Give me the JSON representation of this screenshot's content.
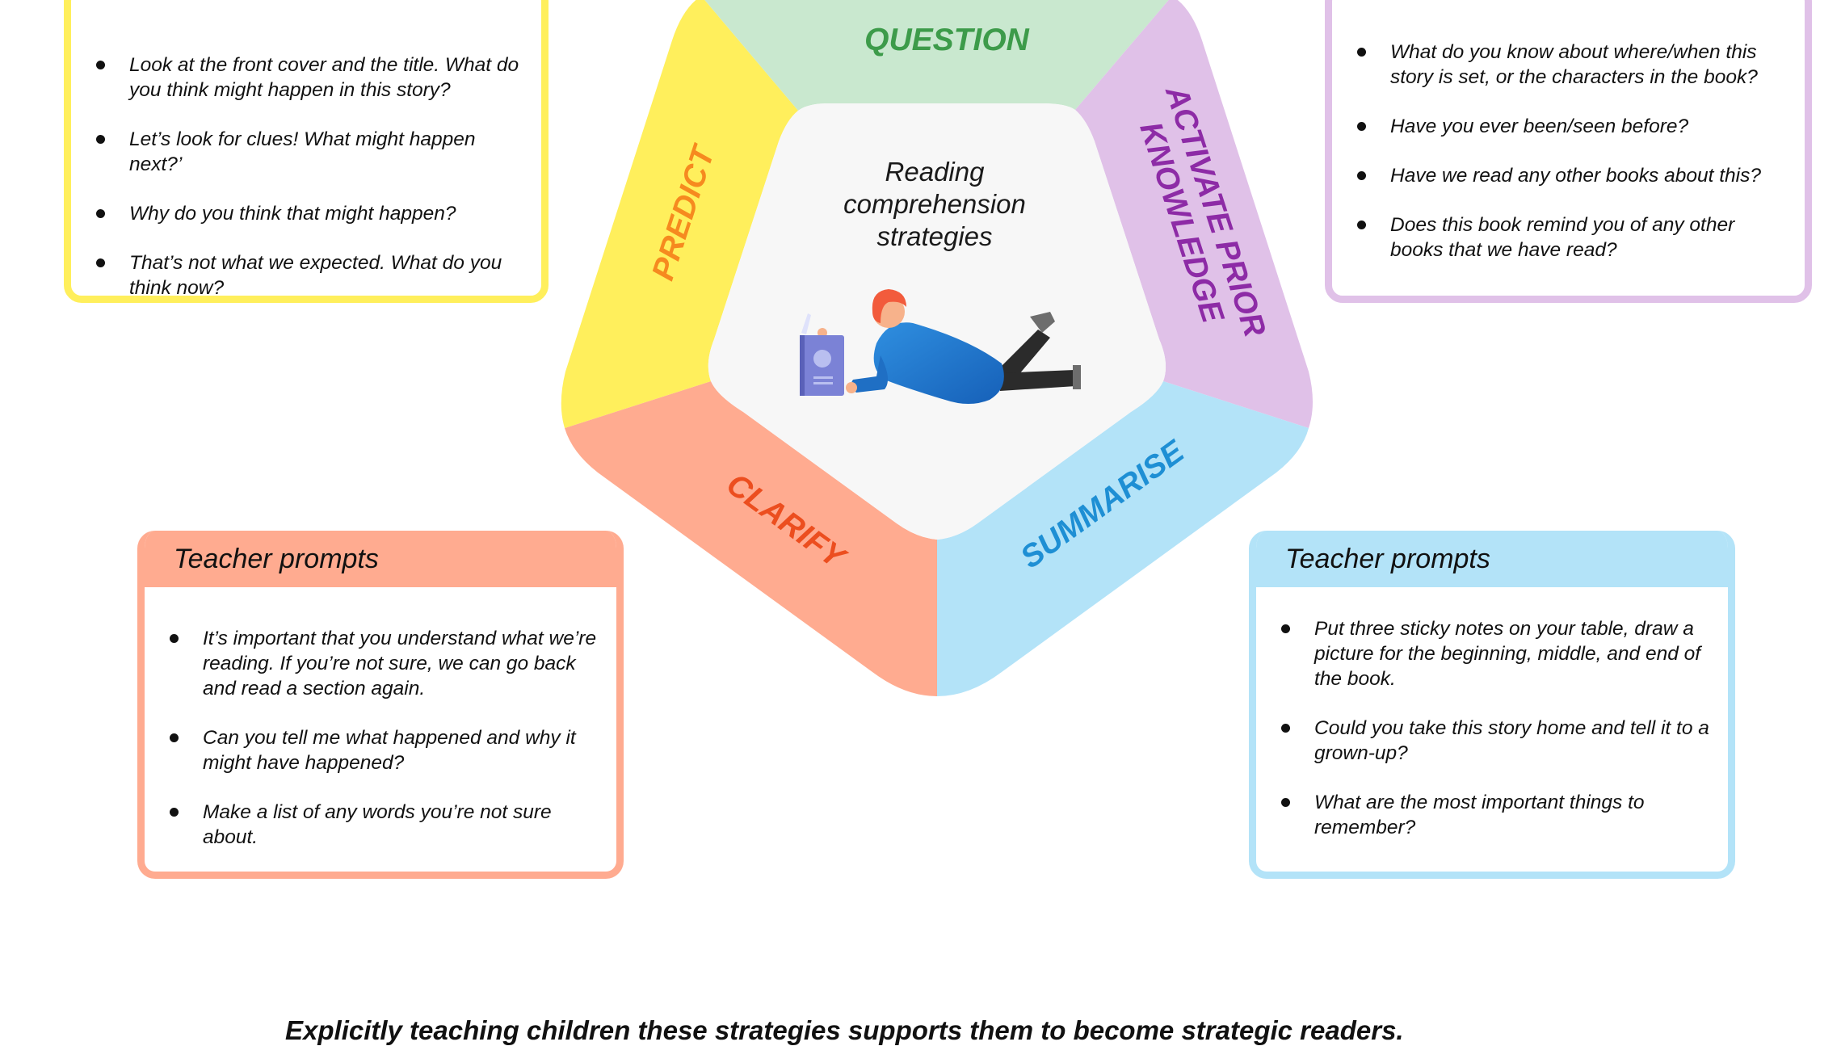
{
  "segments": {
    "question": {
      "label": "QUESTION",
      "fill": "#c9e8cf",
      "text_color": "#3d9b4a"
    },
    "activate": {
      "label_line1": "ACTIVATE PRIOR",
      "label_line2": "KNOWLEDGE",
      "fill": "#e0c1e8",
      "text_color": "#8d2ba6"
    },
    "summarise": {
      "label": "SUMMARISE",
      "fill": "#b3e3f8",
      "text_color": "#1e8fd4"
    },
    "clarify": {
      "label": "CLARIFY",
      "fill": "#ffab90",
      "text_color": "#ec4e1f"
    },
    "predict": {
      "label": "PREDICT",
      "fill": "#ffef5c",
      "text_color": "#f68a1f"
    },
    "center_fill": "#f7f7f7"
  },
  "center": {
    "title_lines": [
      "Reading",
      "comprehension",
      "strategies"
    ],
    "illustration": "person-reading-book-icon"
  },
  "cards": {
    "predict": {
      "border": "#ffef5c",
      "prompts": [
        "Look at the front cover and the title. What do you think might happen in this story?",
        "Let’s look for clues! What might happen next?’",
        "Why do you think that might happen?",
        "That’s not what we expected. What do you think now?"
      ]
    },
    "activate": {
      "border": "#e0c1e8",
      "prompts": [
        "What do you know about where/when this story is set, or the characters in the book?",
        "Have you ever been/seen before?",
        "Have we read any other books about this?",
        "Does this book remind you of any other books that we have read?"
      ]
    },
    "clarify": {
      "heading": "Teacher prompts",
      "border": "#ffab90",
      "prompts": [
        "It’s important that you understand what we’re reading. If you’re not sure, we can go back and read a section again.",
        "Can you tell me what happened and why it might have happened?",
        "Make a list of any words you’re not sure about."
      ]
    },
    "summarise": {
      "heading": "Teacher prompts",
      "border": "#b3e3f8",
      "prompts": [
        "Put three sticky notes on your table, draw a picture for the beginning, middle, and end of the book.",
        "Could you take this story home and tell it to a grown-up?",
        "What are the most important things to remember?"
      ]
    }
  },
  "footer": "Explicitly teaching children these strategies supports them to become strategic readers."
}
